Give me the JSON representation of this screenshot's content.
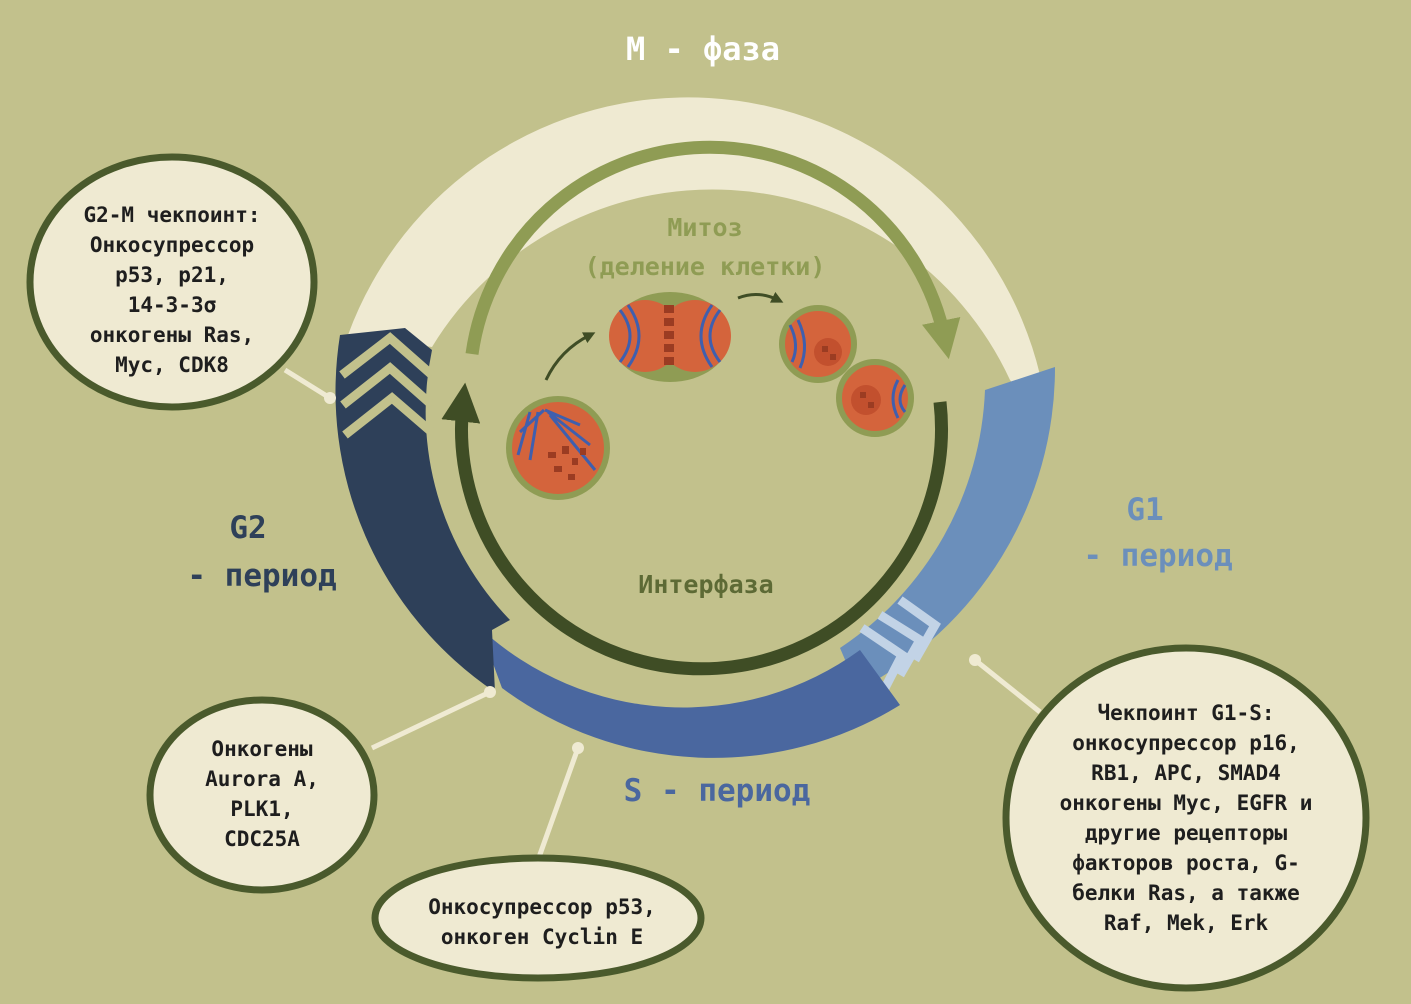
{
  "colors": {
    "background": "#c2c18c",
    "m_phase_arc": "#efead2",
    "g1_arc": "#6b8fbb",
    "s_arc": "#4a679f",
    "g2_arc": "#2e4059",
    "inner_green": "#8f9c54",
    "inner_dark": "#3f4d25",
    "bubble_fill": "#efead2",
    "bubble_border": "#4a5a2c",
    "cell_fill": "#d4643c",
    "cell_rim": "#8f9c54",
    "spindle": "#3f5fae",
    "chromosome": "#9b3c22"
  },
  "labels": {
    "m_phase": "M - фаза",
    "mitosis_line1": "Митоз",
    "mitosis_line2": "(деление клетки)",
    "interphase": "Интерфаза",
    "g1_line1": "G1",
    "g1_line2": "- период",
    "g2_line1": "G2",
    "g2_line2": "- период",
    "s_period": "S - период"
  },
  "bubbles": {
    "g2m": [
      "G2-M чекпоинт:",
      "Онкосупрессор",
      "p53, p21,",
      "14-3-3σ",
      "онкогены Ras,",
      "Myc, CDK8"
    ],
    "g2_oncogenes": [
      "Онкогены",
      "Aurora A,",
      "PLK1,",
      "CDC25A"
    ],
    "s_phase": [
      "Онкосупрессор p53,",
      "онкоген Cyclin E"
    ],
    "g1s": [
      "Чекпоинт G1-S:",
      "онкосупрессор p16,",
      "RB1, APC, SMAD4",
      "онкогены Myc, EGFR и",
      "другие рецепторы",
      "факторов роста, G-",
      "белки Ras, а также",
      "Raf, Mek, Erk"
    ]
  },
  "icons": [
    "curved-arrow-icon",
    "cell-icon"
  ]
}
